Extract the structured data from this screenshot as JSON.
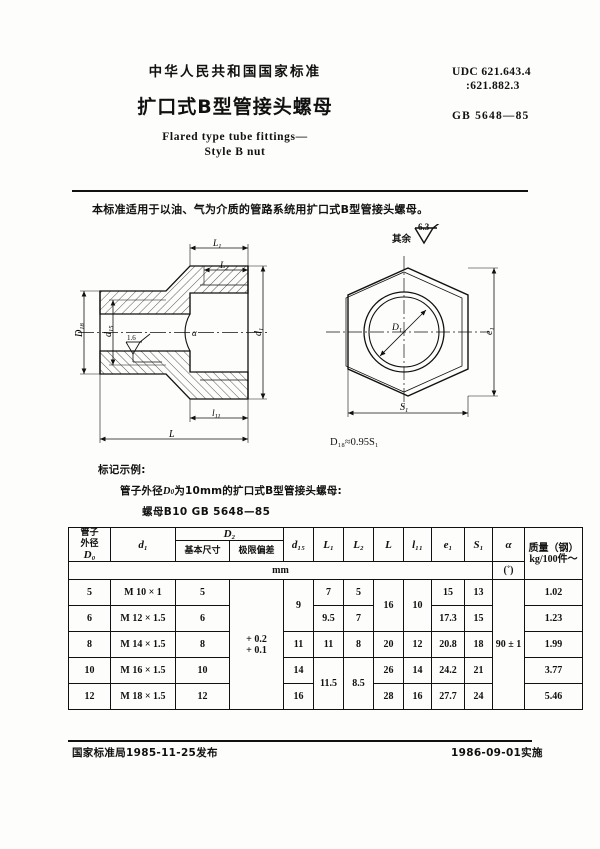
{
  "header": {
    "national_standard": "中华人民共和国国家标准",
    "title_cn": "扩口式B型管接头螺母",
    "title_en_line1": "Flared type tube fittings—",
    "title_en_line2": "Style B nut",
    "udc_line1": "UDC 621.643.4",
    "udc_line2": ":621.882.3",
    "standard_no": "GB 5648—85"
  },
  "intro": "本标准适用于以油、气为介质的管路系统用扩口式B型管接头螺母。",
  "roughness": {
    "label": "其余",
    "value": "6.3"
  },
  "drawing": {
    "labels": {
      "L1": "L₁",
      "L2": "L₂",
      "L": "L",
      "l11": "l₁₁",
      "D18": "D₁₈",
      "d15": "d₁₅",
      "d1": "d₁",
      "alpha": "α",
      "e1": "e₁",
      "D1": "D₁",
      "S1": "S₁",
      "inner_rough": "1.6"
    },
    "note": "D₁₈≈0.95S₁"
  },
  "marking": {
    "heading": "标记示例:",
    "line1_pre": "管子外径",
    "line1_sym": "D",
    "line1_sub": "0",
    "line1_post": "为10mm的扩口式B型管接头螺母:",
    "line2": "螺母B10   GB  5648—85"
  },
  "table": {
    "headers": {
      "col1_l1": "管子",
      "col1_l2": "外径",
      "col1_l3": "D₀",
      "d1": "d₁",
      "D2": "D₂",
      "D2_basic": "基本尺寸",
      "D2_tol": "极限偏差",
      "d15": "d₁₅",
      "L1": "L₁",
      "L2": "L₂",
      "L": "L",
      "l11": "l₁₁",
      "e1": "e₁",
      "S1": "S₁",
      "alpha": "α",
      "mass_l1": "质量（钢）",
      "mass_l2": "kg/100件～"
    },
    "units": {
      "mm": "mm",
      "deg": "(˚)"
    },
    "rows": [
      {
        "D0": "5",
        "d1": "M 10 × 1",
        "D2": "5",
        "d15": "9",
        "L1": "7",
        "L2": "5",
        "L": "16",
        "l11": "10",
        "e1": "15",
        "S1": "13",
        "mass": "1.02"
      },
      {
        "D0": "6",
        "d1": "M 12 × 1.5",
        "D2": "6",
        "d15": "9",
        "L1": "9.5",
        "L2": "7",
        "L": "16",
        "l11": "10",
        "e1": "17.3",
        "S1": "15",
        "mass": "1.23"
      },
      {
        "D0": "8",
        "d1": "M 14 × 1.5",
        "D2": "8",
        "d15": "11",
        "L1": "11",
        "L2": "8",
        "L": "20",
        "l11": "12",
        "e1": "20.8",
        "S1": "18",
        "mass": "1.99"
      },
      {
        "D0": "10",
        "d1": "M 16 × 1.5",
        "D2": "10",
        "d15": "14",
        "L1": "11.5",
        "L2": "8.5",
        "L": "26",
        "l11": "14",
        "e1": "24.2",
        "S1": "21",
        "mass": "3.77"
      },
      {
        "D0": "12",
        "d1": "M 18 × 1.5",
        "D2": "12",
        "d15": "16",
        "L1": "11.5",
        "L2": "8.5",
        "L": "28",
        "l11": "16",
        "e1": "27.7",
        "S1": "24",
        "mass": "5.46"
      }
    ],
    "D2_tolerance_l1": "+ 0.2",
    "D2_tolerance_l2": "+ 0.1",
    "alpha_value": "90 ± 1"
  },
  "footer": {
    "issued": "国家标准局1985-11-25发布",
    "effective": "1986-09-01实施"
  }
}
